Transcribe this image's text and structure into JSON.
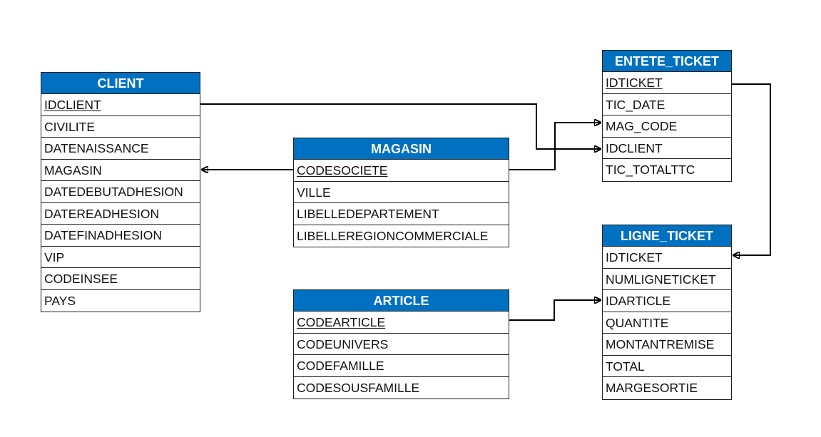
{
  "tables": {
    "client": {
      "title": "CLIENT",
      "fields": [
        {
          "name": "IDCLIENT",
          "pk": true
        },
        {
          "name": "CIVILITE",
          "pk": false
        },
        {
          "name": "DATENAISSANCE",
          "pk": false
        },
        {
          "name": "MAGASIN",
          "pk": false
        },
        {
          "name": "DATEDEBUTADHESION",
          "pk": false
        },
        {
          "name": "DATEREADHESION",
          "pk": false
        },
        {
          "name": "DATEFINADHESION",
          "pk": false
        },
        {
          "name": "VIP",
          "pk": false
        },
        {
          "name": "CODEINSEE",
          "pk": false
        },
        {
          "name": "PAYS",
          "pk": false
        }
      ]
    },
    "magasin": {
      "title": "MAGASIN",
      "fields": [
        {
          "name": "CODESOCIETE",
          "pk": true
        },
        {
          "name": "VILLE",
          "pk": false
        },
        {
          "name": "LIBELLEDEPARTEMENT",
          "pk": false
        },
        {
          "name": "LIBELLEREGIONCOMMERCIALE",
          "pk": false
        }
      ]
    },
    "article": {
      "title": "ARTICLE",
      "fields": [
        {
          "name": "CODEARTICLE",
          "pk": true
        },
        {
          "name": "CODEUNIVERS",
          "pk": false
        },
        {
          "name": "CODEFAMILLE",
          "pk": false
        },
        {
          "name": "CODESOUSFAMILLE",
          "pk": false
        }
      ]
    },
    "entete_ticket": {
      "title": "ENTETE_TICKET",
      "fields": [
        {
          "name": "IDTICKET",
          "pk": true
        },
        {
          "name": "TIC_DATE",
          "pk": false
        },
        {
          "name": "MAG_CODE",
          "pk": false
        },
        {
          "name": "IDCLIENT",
          "pk": false
        },
        {
          "name": "TIC_TOTALTTC",
          "pk": false
        }
      ]
    },
    "ligne_ticket": {
      "title": "LIGNE_TICKET",
      "fields": [
        {
          "name": "IDTICKET",
          "pk": false
        },
        {
          "name": "NUMLIGNETICKET",
          "pk": false
        },
        {
          "name": "IDARTICLE",
          "pk": false
        },
        {
          "name": "QUANTITE",
          "pk": false
        },
        {
          "name": "MONTANTREMISE",
          "pk": false
        },
        {
          "name": "TOTAL",
          "pk": false
        },
        {
          "name": "MARGESORTIE",
          "pk": false
        }
      ]
    }
  },
  "relations": [
    {
      "from": "client.IDCLIENT",
      "to": "entete_ticket.IDCLIENT"
    },
    {
      "from": "magasin.CODESOCIETE",
      "to": "client.MAGASIN"
    },
    {
      "from": "magasin.CODESOCIETE",
      "to": "entete_ticket.MAG_CODE"
    },
    {
      "from": "entete_ticket.IDTICKET",
      "to": "ligne_ticket.IDTICKET"
    },
    {
      "from": "article.CODEARTICLE",
      "to": "ligne_ticket.IDARTICLE"
    }
  ]
}
